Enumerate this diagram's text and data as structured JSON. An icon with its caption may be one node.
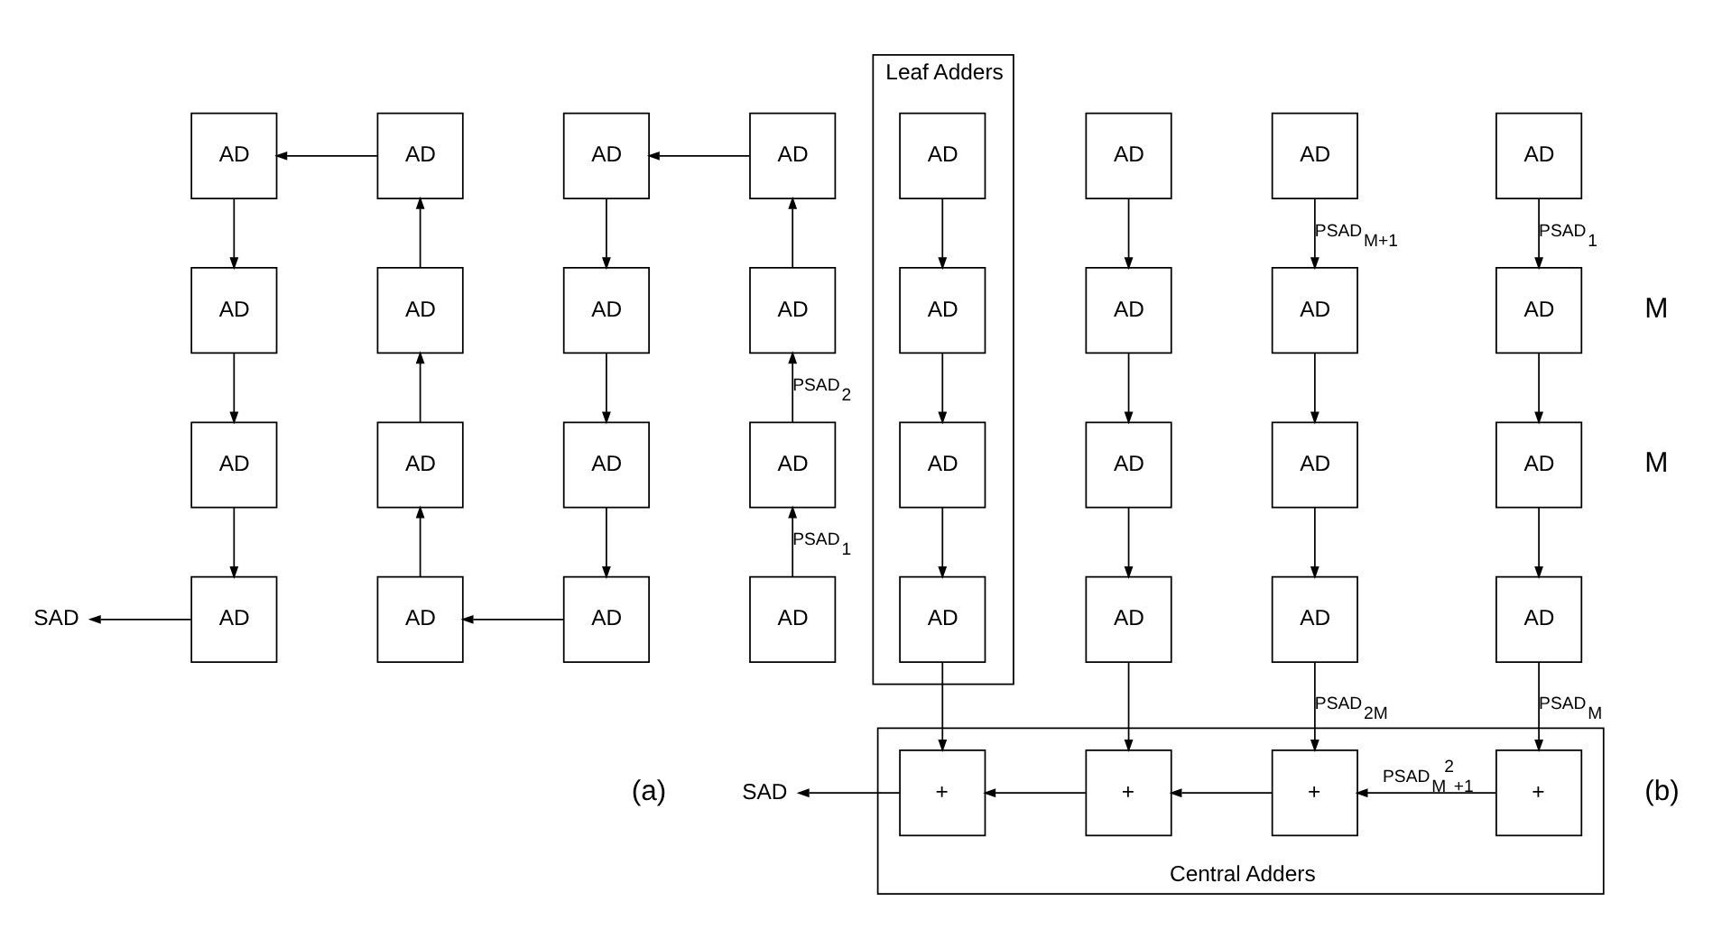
{
  "diagram": {
    "nodes": [
      {
        "text": [
          "AD"
        ]
      },
      {
        "text": [
          "AD"
        ]
      },
      {
        "text": [
          "AD"
        ]
      },
      {
        "text": [
          "AD"
        ]
      },
      {
        "text": [
          "AD"
        ]
      },
      {
        "text": [
          "AD"
        ]
      },
      {
        "text": [
          "AD"
        ]
      },
      {
        "text": [
          "AD"
        ]
      },
      {
        "text": [
          "AD"
        ]
      },
      {
        "text": [
          "AD"
        ]
      },
      {
        "text": [
          "AD"
        ]
      },
      {
        "text": [
          "AD"
        ]
      },
      {
        "text": [
          "AD"
        ]
      },
      {
        "text": [
          "AD"
        ]
      },
      {
        "text": [
          "AD"
        ]
      },
      {
        "text": [
          "AD"
        ]
      },
      {
        "text": [
          "SAD"
        ]
      },
      {
        "text": [
          "Leaf Adders"
        ]
      },
      {
        "text": [
          "AD"
        ],
        "in": 17
      },
      {
        "text": [
          "AD"
        ],
        "in": 17
      },
      {
        "text": [
          "AD"
        ],
        "in": 17
      },
      {
        "text": [
          "AD"
        ],
        "in": 17
      },
      {
        "text": [
          "AD"
        ]
      },
      {
        "text": [
          "AD"
        ]
      },
      {
        "text": [
          "AD"
        ]
      },
      {
        "text": [
          "AD"
        ]
      },
      {
        "text": [
          "AD"
        ]
      },
      {
        "text": [
          "AD"
        ]
      },
      {
        "text": [
          "AD"
        ]
      },
      {
        "text": [
          "AD"
        ]
      },
      {
        "text": [
          "AD"
        ]
      },
      {
        "text": [
          "AD"
        ]
      },
      {
        "text": [
          "AD"
        ]
      },
      {
        "text": [
          "AD"
        ]
      },
      {
        "text": [
          "Central Adders"
        ]
      },
      {
        "text": [
          "+"
        ],
        "in": 34
      },
      {
        "text": [
          "+"
        ],
        "in": 34
      },
      {
        "text": [
          "+"
        ],
        "in": 34
      },
      {
        "text": [
          "+"
        ],
        "in": 34
      },
      {
        "text": [
          "SAD"
        ]
      }
    ],
    "edges": [
      {
        "from": 0,
        "to": 4,
        "arrow": "to"
      },
      {
        "from": 4,
        "to": 8,
        "arrow": "to"
      },
      {
        "from": 8,
        "to": 12,
        "arrow": "to"
      },
      {
        "from": 12,
        "to": 16,
        "arrow": "to"
      },
      {
        "from": 14,
        "to": 13,
        "arrow": "to"
      },
      {
        "from": 13,
        "to": 9,
        "arrow": "to"
      },
      {
        "from": 9,
        "to": 5,
        "arrow": "to"
      },
      {
        "from": 5,
        "to": 1,
        "arrow": "to"
      },
      {
        "from": 1,
        "to": 0,
        "arrow": "to"
      },
      {
        "from": 2,
        "to": 6,
        "arrow": "to"
      },
      {
        "from": 6,
        "to": 10,
        "arrow": "to"
      },
      {
        "from": 10,
        "to": 14,
        "arrow": "to"
      },
      {
        "from": 15,
        "to": 11,
        "arrow": "to",
        "label": "PSAD$_{1}$"
      },
      {
        "from": 11,
        "to": 7,
        "arrow": "to",
        "label": "PSAD$_{2}$"
      },
      {
        "from": 7,
        "to": 3,
        "arrow": "to"
      },
      {
        "from": 3,
        "to": 2,
        "arrow": "to"
      },
      {
        "from": 18,
        "to": 19,
        "arrow": "to"
      },
      {
        "from": 19,
        "to": 20,
        "arrow": "to"
      },
      {
        "from": 20,
        "to": 21,
        "arrow": "to"
      },
      {
        "from": 21,
        "to": 35,
        "arrow": "to"
      },
      {
        "from": 22,
        "to": 25,
        "arrow": "to"
      },
      {
        "from": 25,
        "to": 28,
        "arrow": "to"
      },
      {
        "from": 28,
        "to": 31,
        "arrow": "to"
      },
      {
        "from": 31,
        "to": 36,
        "arrow": "to"
      },
      {
        "from": 23,
        "to": 26,
        "arrow": "to",
        "label": "PSAD$_{M+1}$"
      },
      {
        "from": 26,
        "to": 29,
        "arrow": "to"
      },
      {
        "from": 29,
        "to": 32,
        "arrow": "to"
      },
      {
        "from": 32,
        "to": 37,
        "arrow": "to",
        "label": "PSAD$_{2M}$"
      },
      {
        "from": 24,
        "to": 27,
        "arrow": "to",
        "label": "PSAD$_{1}$"
      },
      {
        "from": 27,
        "to": 30,
        "arrow": "to"
      },
      {
        "from": 30,
        "to": 33,
        "arrow": "to"
      },
      {
        "from": 33,
        "to": 38,
        "arrow": "to",
        "label": "PSAD$_{M}$"
      },
      {
        "from": 38,
        "to": 37,
        "arrow": "to",
        "label": "PSAD$_{M}$$^{2}$$_{+1}$"
      },
      {
        "from": 37,
        "to": 36,
        "arrow": "to"
      },
      {
        "from": 36,
        "to": 35,
        "arrow": "to"
      },
      {
        "from": 35,
        "to": 39,
        "arrow": "to"
      }
    ],
    "labels": [
      "M",
      "(a)",
      "M",
      "(b)"
    ]
  }
}
